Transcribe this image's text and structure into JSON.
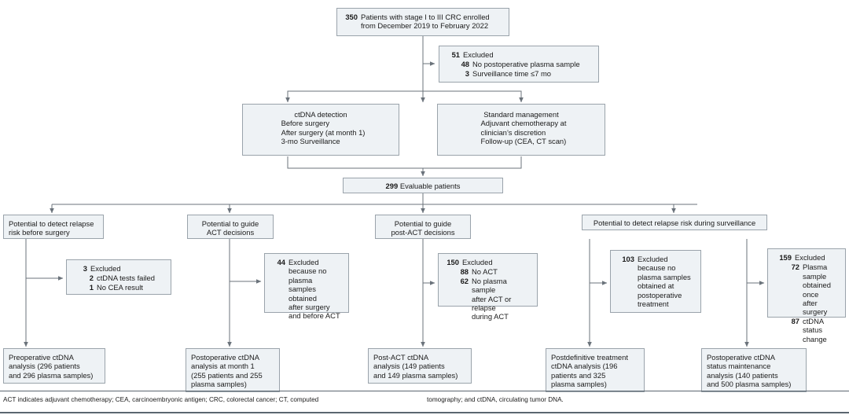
{
  "figure": {
    "type": "flowchart",
    "title": "CONSORT-style patient flow diagram for ctDNA analysis in stage I to III colorectal cancer"
  },
  "nodes": {
    "enrolled": {
      "num": "350",
      "line1": "Patients with stage I to III CRC enrolled",
      "line2": "from December 2019 to February 2022"
    },
    "excluded_top": {
      "num": "51",
      "label": "Excluded",
      "items": [
        {
          "num": "48",
          "text": "No postoperative plasma sample"
        },
        {
          "num": "3",
          "text": "Surveillance time ≤7 mo"
        }
      ]
    },
    "ctdna_detection": {
      "title": "ctDNA detection",
      "lines": [
        "Before surgery",
        "After surgery (at month 1)",
        "3-mo Surveillance"
      ]
    },
    "standard_management": {
      "title": "Standard management",
      "lines": [
        "Adjuvant chemotherapy at",
        "clinician’s discretion",
        "Follow-up (CEA, CT scan)"
      ]
    },
    "evaluable": {
      "num": "299",
      "label": "Evaluable patients"
    }
  },
  "branches": [
    {
      "id": "pre-surgery",
      "header": [
        "Potential to detect relapse",
        "risk before surgery"
      ],
      "excluded": {
        "num": "3",
        "label": "Excluded",
        "items": [
          {
            "num": "2",
            "text": "ctDNA tests failed"
          },
          {
            "num": "1",
            "text": "No CEA result"
          }
        ]
      },
      "result": [
        "Preoperative ctDNA",
        "analysis (296 patients",
        "and 296 plasma samples)"
      ]
    },
    {
      "id": "guide-act",
      "header": [
        "Potential to guide",
        "ACT decisions"
      ],
      "excluded": {
        "num": "44",
        "label": "Excluded",
        "items": [],
        "reason": [
          "because no plasma",
          "samples obtained",
          "after surgery",
          "and before ACT"
        ]
      },
      "result": [
        "Postoperative ctDNA",
        "analysis at month 1",
        "(255 patients and 255",
        "plasma samples)"
      ]
    },
    {
      "id": "guide-post-act",
      "header": [
        "Potential to guide",
        "post-ACT decisions"
      ],
      "excluded": {
        "num": "150",
        "label": "Excluded",
        "items": [
          {
            "num": "88",
            "text": "No ACT"
          },
          {
            "num": "62",
            "text": "No plasma sample\nafter ACT or relapse\nduring ACT"
          }
        ]
      },
      "result": [
        "Post-ACT ctDNA",
        "analysis (149 patients",
        "and 149 plasma samples)"
      ]
    },
    {
      "id": "post-definitive",
      "header": [
        "Potential to detect relapse risk during surveillance"
      ],
      "excluded": {
        "num": "103",
        "label": "Excluded",
        "items": [],
        "reason": [
          "because no",
          "plasma samples",
          "obtained at",
          "postoperative",
          "treatment"
        ]
      },
      "result": [
        "Postdefinitive treatment",
        "ctDNA analysis (196",
        "patients and 325",
        "plasma samples)"
      ]
    },
    {
      "id": "status-maintenance",
      "header": [],
      "excluded": {
        "num": "159",
        "label": "Excluded",
        "items": [
          {
            "num": "72",
            "text": "Plasma\nsample\nobtained once\nafter surgery"
          },
          {
            "num": "87",
            "text": "ctDNA status\nchange"
          }
        ]
      },
      "result": [
        "Postoperative ctDNA",
        "status maintenance",
        "analysis (140 patients",
        "and 500 plasma samples)"
      ]
    }
  ],
  "footnote": {
    "left": "ACT indicates adjuvant chemotherapy; CEA, carcinoembryonic antigen; CRC, colorectal cancer; CT, computed",
    "right": "tomography; and ctDNA, circulating tumor DNA."
  },
  "colors": {
    "box_fill": "#eef2f5",
    "box_border": "#9aa3ab",
    "connector": "#6b737b",
    "text": "#1b1b1b",
    "rule": "#5b6670"
  }
}
